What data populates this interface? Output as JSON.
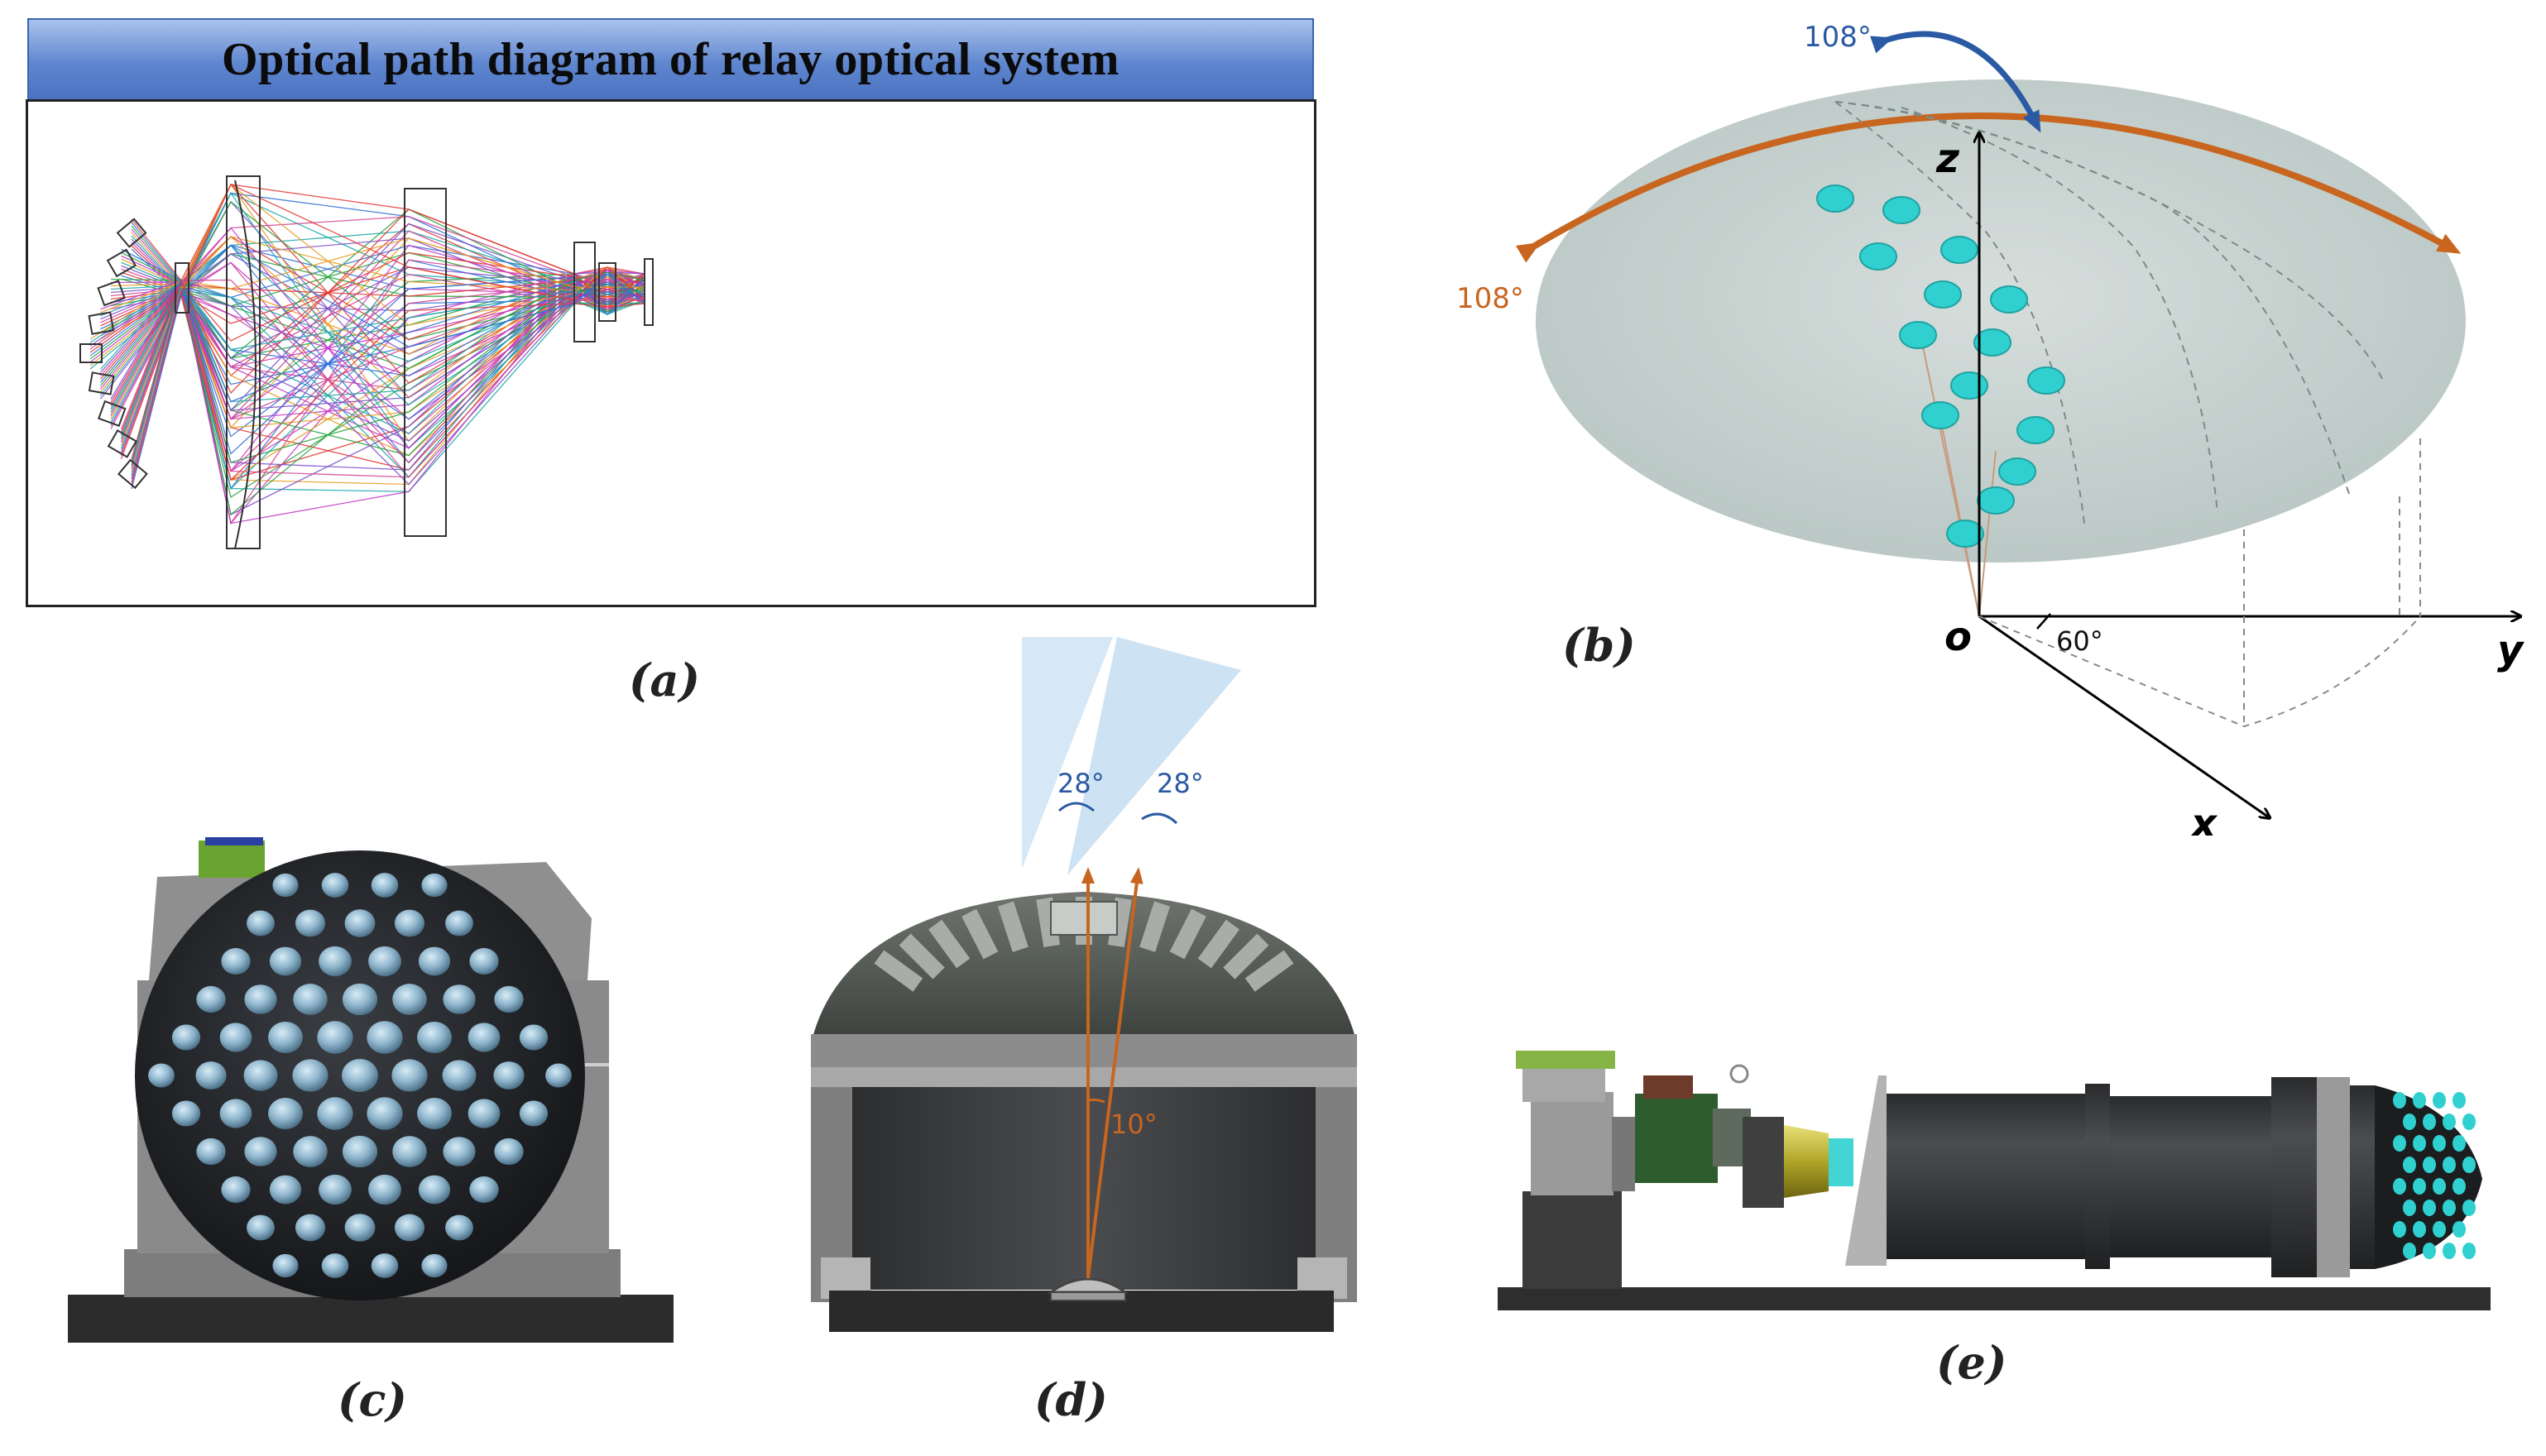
{
  "panel_a": {
    "title": "Optical path diagram of relay optical system",
    "label": "(a)"
  },
  "panel_b": {
    "label": "(b)",
    "angle_top": "108°",
    "angle_side": "108°",
    "angle_base": "60°",
    "axis_z": "z",
    "axis_y": "y",
    "axis_x": "x",
    "axis_origin": "o",
    "colors": {
      "dome": "#c7d3d0",
      "lens": "#2fd0cf",
      "arc_orange": "#c8651f",
      "arc_blue": "#2b5aa4"
    }
  },
  "panel_c": {
    "label": "(c)"
  },
  "panel_d": {
    "label": "(d)",
    "fov_left": "28°",
    "fov_right": "28°",
    "tilt": "10°"
  },
  "panel_e": {
    "label": "(e)"
  }
}
